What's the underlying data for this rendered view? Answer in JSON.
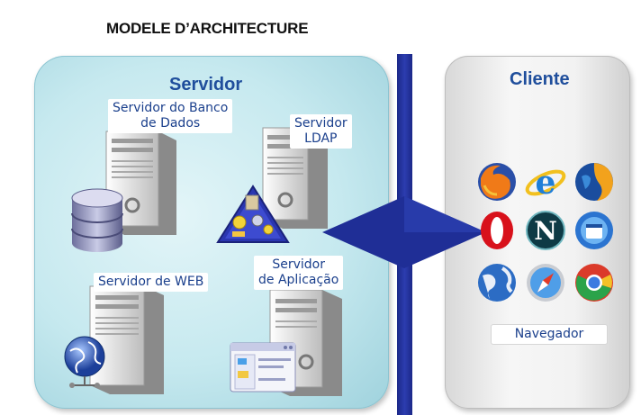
{
  "title": "MODELE D’ARCHITECTURE",
  "server": {
    "heading": "Servidor",
    "components": [
      {
        "label_line1": "Servidor do Banco",
        "label_line2": "de Dados",
        "icon": "database-icon"
      },
      {
        "label_line1": "Servidor",
        "label_line2": "LDAP",
        "icon": "ldap-directory-icon"
      },
      {
        "label_line1": "Servidor de WEB",
        "label_line2": "",
        "icon": "globe-network-icon"
      },
      {
        "label_line1": "Servidor",
        "label_line2": "de Aplicação",
        "icon": "application-window-icon"
      }
    ]
  },
  "client": {
    "heading": "Cliente",
    "browsers_label": "Navegador",
    "browser_icons": [
      "firefox-icon",
      "internet-explorer-icon",
      "firefox-globe-icon",
      "opera-icon",
      "netscape-icon",
      "kmeleon-icon",
      "globe-browser-icon",
      "safari-icon",
      "chrome-icon"
    ]
  },
  "colors": {
    "connector": "#1f2e96",
    "heading": "#1f4e9c",
    "label_text": "#1a3f8c"
  }
}
